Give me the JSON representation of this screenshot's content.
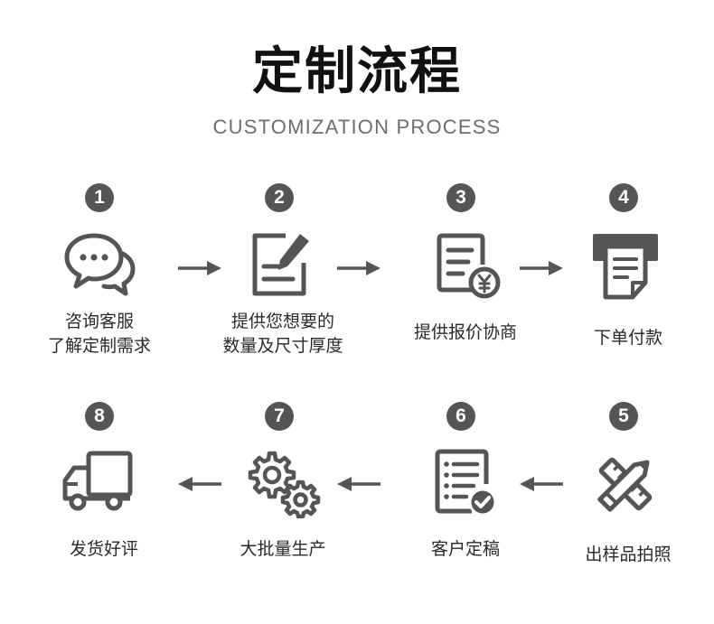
{
  "header": {
    "title": "定制流程",
    "subtitle": "CUSTOMIZATION PROCESS"
  },
  "steps": [
    {
      "number": "1",
      "line1": "咨询客服",
      "line2": "了解定制需求",
      "icon": "chat-bubbles-icon"
    },
    {
      "number": "2",
      "line1": "提供您想要的",
      "line2": "数量及尺寸厚度",
      "icon": "document-edit-icon"
    },
    {
      "number": "3",
      "line1": "提供报价协商",
      "line2": "",
      "icon": "quote-yen-icon"
    },
    {
      "number": "4",
      "line1": "下单付款",
      "line2": "",
      "icon": "receipt-printer-icon"
    },
    {
      "number": "5",
      "line1": "出样品拍照",
      "line2": "",
      "icon": "ruler-pencil-icon"
    },
    {
      "number": "6",
      "line1": "客户定稿",
      "line2": "",
      "icon": "checklist-approved-icon"
    },
    {
      "number": "7",
      "line1": "大批量生产",
      "line2": "",
      "icon": "gears-icon"
    },
    {
      "number": "8",
      "line1": "发货好评",
      "line2": "",
      "icon": "delivery-truck-icon"
    }
  ],
  "colors": {
    "icon": "#555555",
    "badge": "#555555",
    "text": "#2a2a2a",
    "subtitle": "#6e6e6e"
  }
}
